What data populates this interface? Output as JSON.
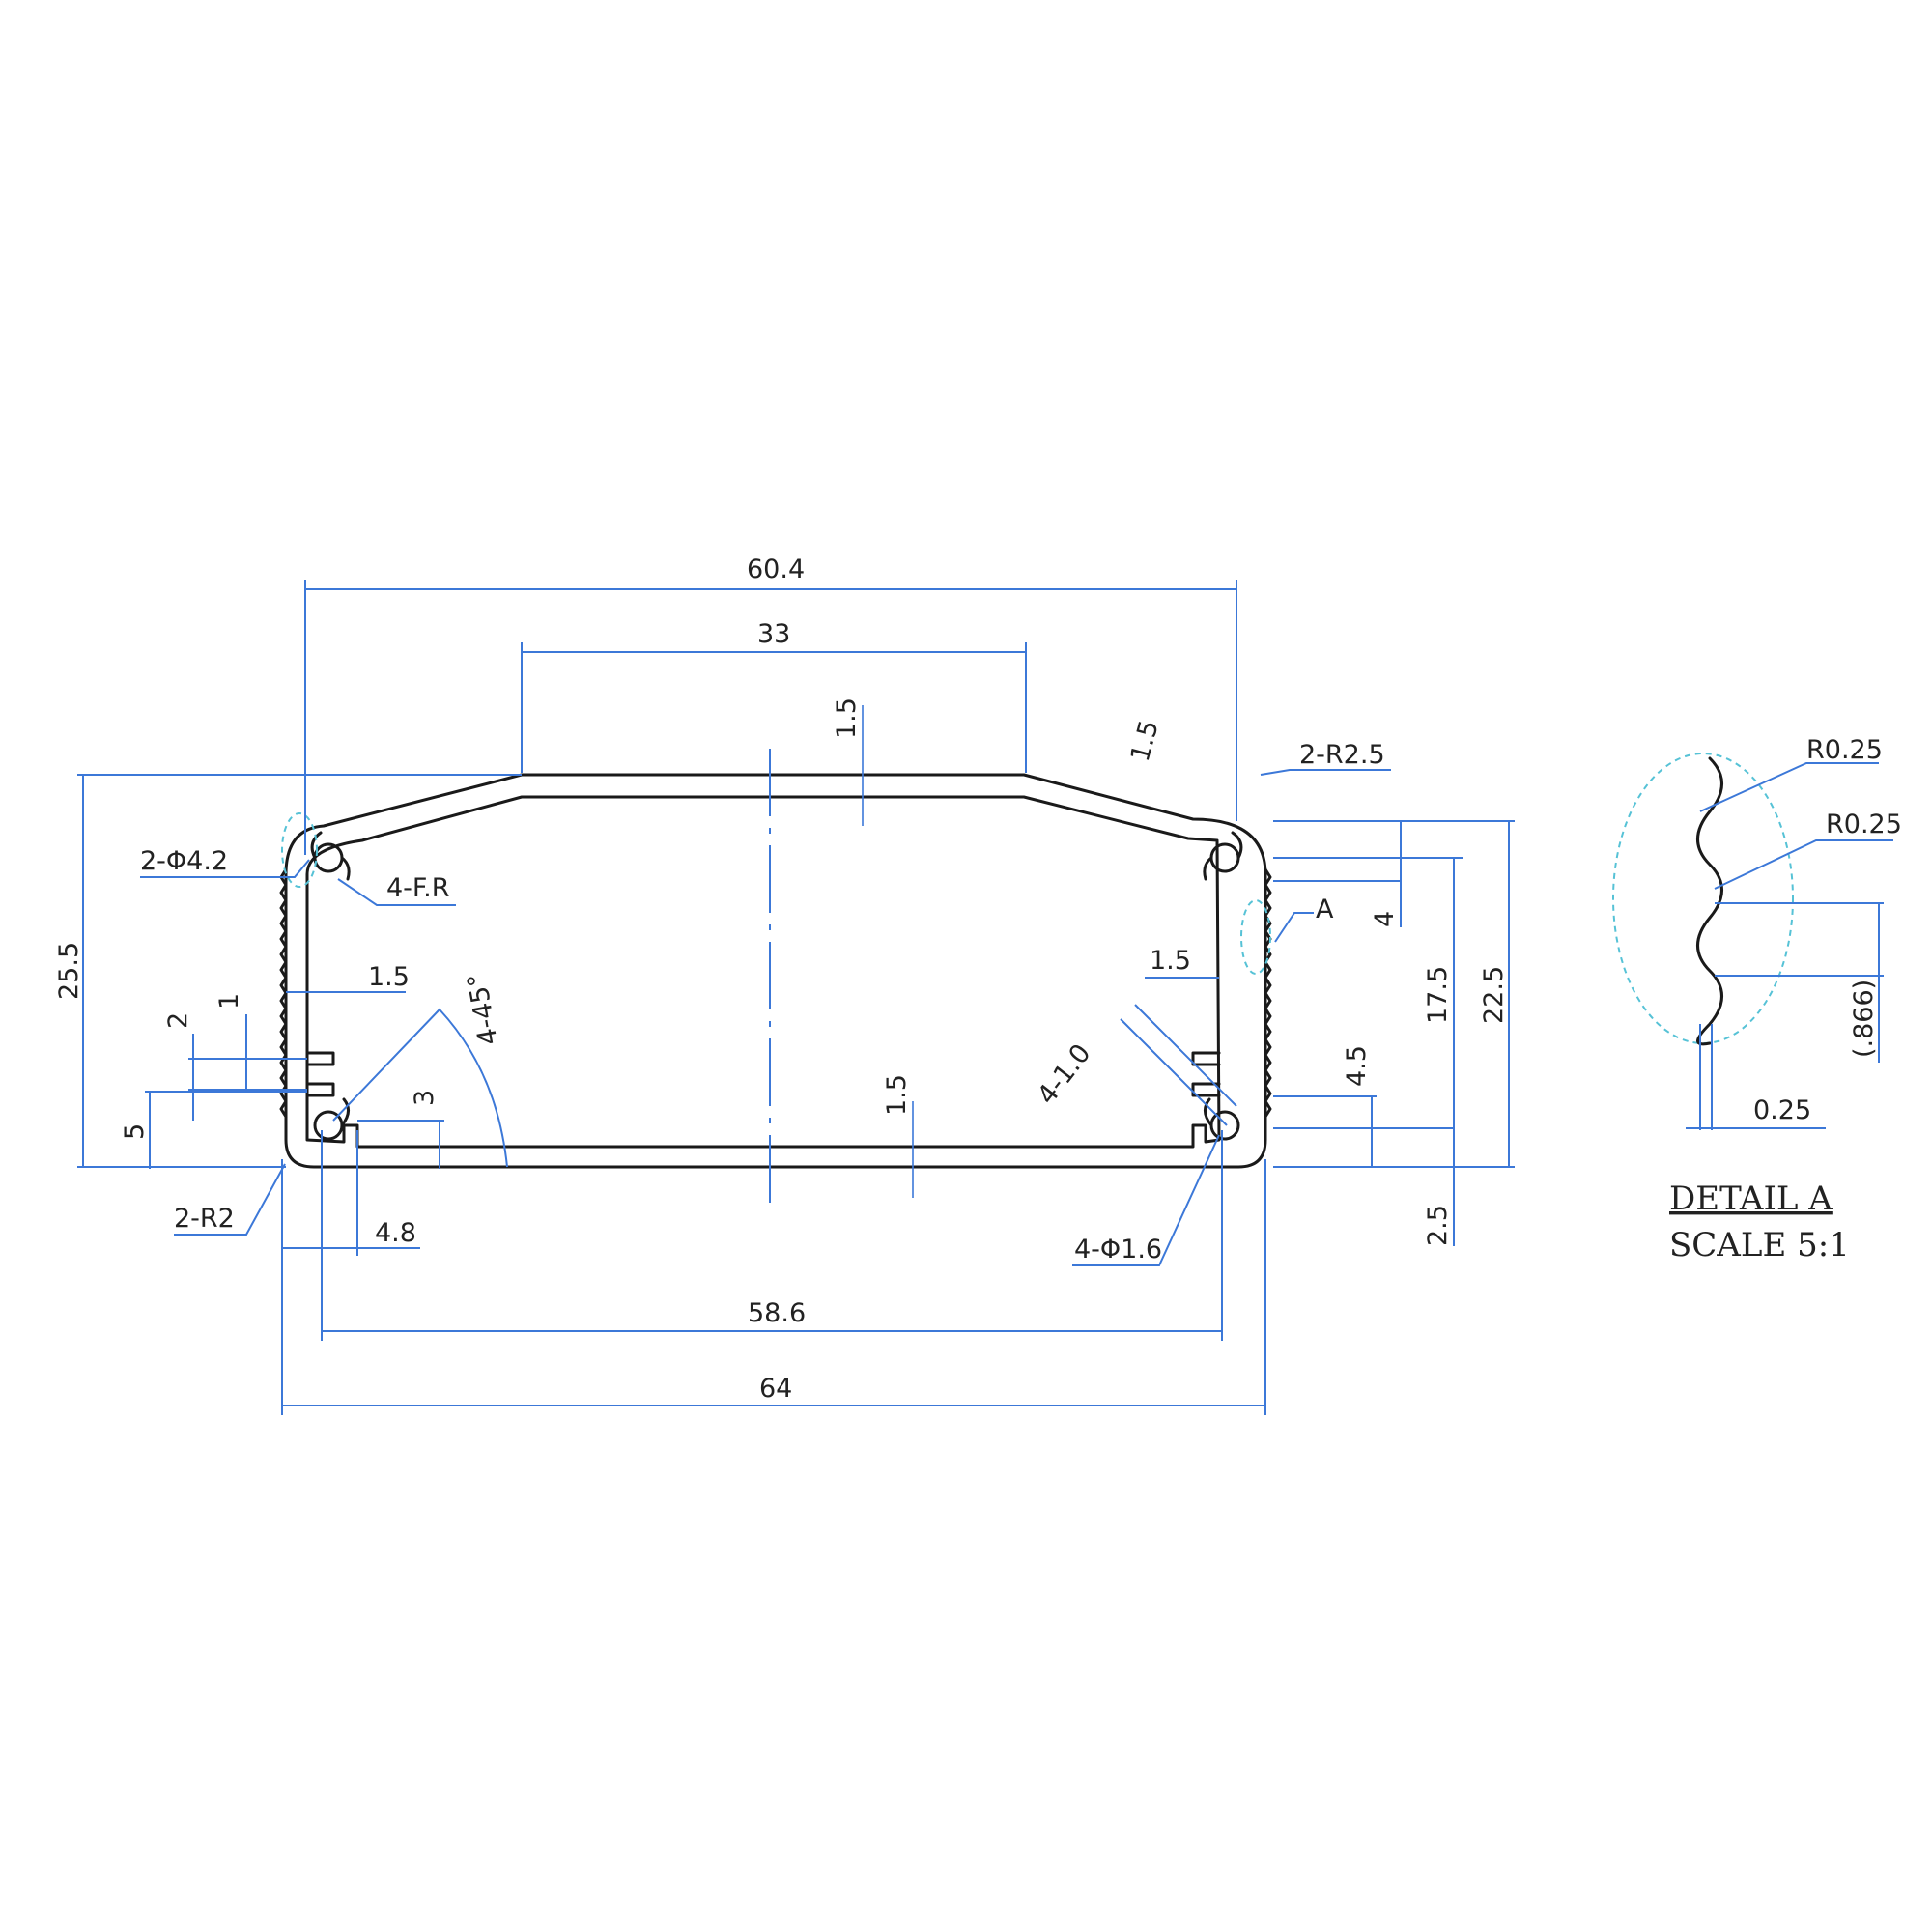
{
  "colors": {
    "outline": "#1a1a1a",
    "dimension": "#3c78d8",
    "detail_circle": "#56c2d6",
    "background": "#ffffff"
  },
  "dimensions": {
    "top_width": "60.4",
    "top_flat": "33",
    "wall_top": "1.5",
    "wall_slope": "1.5",
    "corner_radius_top": "2-R2.5",
    "screw_hole": "2-Φ4.2",
    "fillet": "4-F.R",
    "height_total": "25.5",
    "slot_wall_left": "1.5",
    "slot_a": "2",
    "slot_b": "1",
    "slot_bottom_left": "5",
    "slot_height": "3",
    "angle": "4-45°",
    "wall_bottom": "1.5",
    "corner_radius_bottom": "2-R2",
    "edge_offset": "4.8",
    "inner_width": "58.6",
    "outer_width": "64",
    "slot_thickness": "4-1.0",
    "small_holes": "4-Φ1.6",
    "slot_wall_right": "1.5",
    "right_4": "4",
    "right_17_5": "17.5",
    "right_22_5": "22.5",
    "right_4_5": "4.5",
    "right_2_5": "2.5",
    "detail_marker": "A"
  },
  "detail": {
    "radius_1": "R0.25",
    "radius_2": "R0.25",
    "pitch": "(.866)",
    "depth": "0.25",
    "title": "DETAIL  A",
    "scale": "SCALE  5:1"
  }
}
